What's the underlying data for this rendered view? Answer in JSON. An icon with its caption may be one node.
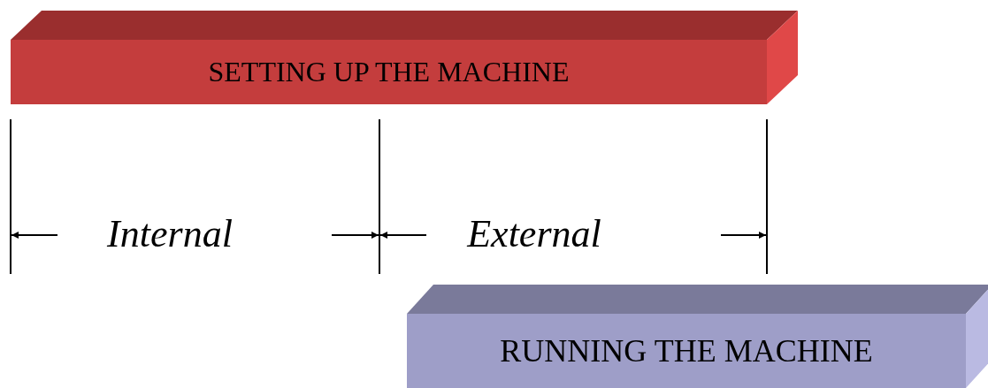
{
  "diagram": {
    "nodes": [
      {
        "text": [
          "SETTING UP THE MACHINE"
        ]
      },
      {
        "text": [
          "RUNNING THE MACHINE"
        ]
      }
    ],
    "labels": [
      "Internal",
      "External"
    ]
  }
}
